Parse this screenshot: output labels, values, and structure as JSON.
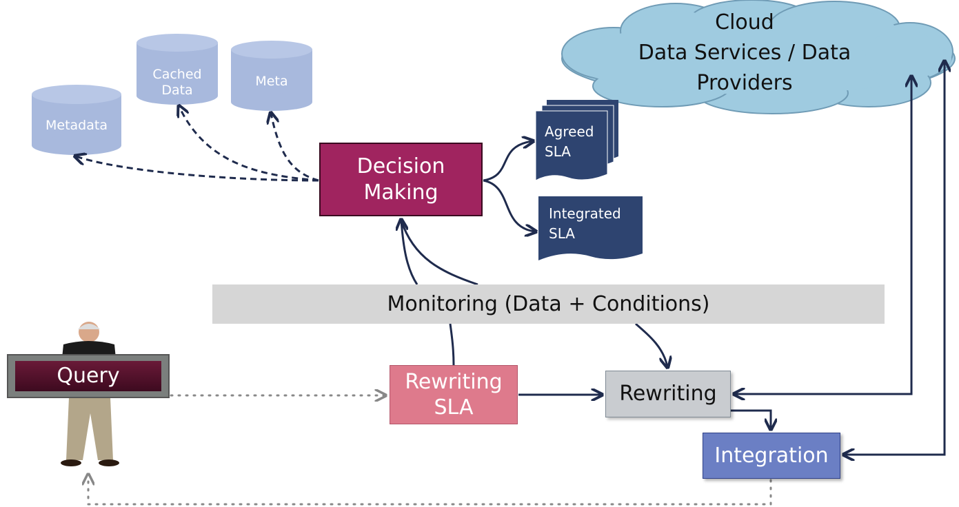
{
  "diagram": {
    "cloud": {
      "line1": "Cloud",
      "line2": "Data Services / Data",
      "line3": "Providers"
    },
    "stores": {
      "metadata": "Metadata",
      "cached": "Cached\nData",
      "meta": "Meta"
    },
    "decision": {
      "line1": "Decision",
      "line2": "Making"
    },
    "agreed_sla": "Agreed\nSLA",
    "integrated_sla": "Integrated\nSLA",
    "monitoring": "Monitoring (Data + Conditions)",
    "query": "Query",
    "rewriting_sla": {
      "line1": "Rewriting",
      "line2": "SLA"
    },
    "rewriting": "Rewriting",
    "integration": "Integration"
  },
  "colors": {
    "store_fill": "#a8b9dd",
    "decision_fill": "#a0245f",
    "document_fill": "#2e4470",
    "monitor_fill": "#d6d6d6",
    "rewriting_sla_fill": "#de7a8c",
    "rewriting_fill": "#c9ccd0",
    "integration_fill": "#6b7fc4",
    "cloud_fill": "#9fcbe0",
    "edge_color": "#1f2b4d"
  }
}
